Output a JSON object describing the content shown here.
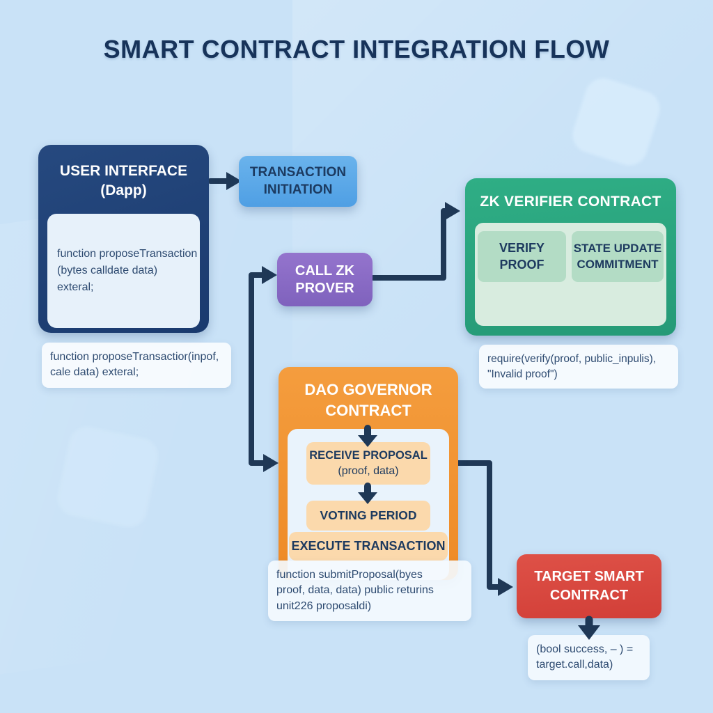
{
  "title": "SMART CONTRACT INTEGRATION FLOW",
  "colors": {
    "background": "#c9e2f7",
    "title_text": "#17335a",
    "arrow": "#1f3856",
    "user_interface": "#1e4077",
    "transaction_initiation": "#58a8e9",
    "call_zk_prover": "#8a6cc6",
    "zk_verifier": "#2ba67e",
    "dao_governor": "#f19433",
    "target_contract": "#d9453c",
    "caption_background": "#f2f9fe",
    "step_orange": "#fbd9ac",
    "step_green": "#b3dcc5"
  },
  "nodes": {
    "user_interface": {
      "title_line1": "USER INTERFACE",
      "title_line2": "(Dapp)",
      "code_line1": "function proposeTransaction",
      "code_line2": "(bytes calldate data)",
      "code_line3": "exteral;"
    },
    "transaction_initiation": {
      "label_line1": "TRANSACTION",
      "label_line2": "INITIATION"
    },
    "call_zk_prover": {
      "label_line1": "CALL ZK",
      "label_line2": "PROVER"
    },
    "zk_verifier": {
      "title": "ZK VERIFIER CONTRACT",
      "verify_proof_label": "VERIFY PROOF",
      "state_update_line1": "STATE UPDATE",
      "state_update_line2": "COMMITMENT"
    },
    "dao_governor": {
      "title_line1": "DAO GOVERNOR",
      "title_line2": "CONTRACT",
      "steps": [
        {
          "label": "RECEIVE PROPOSAL",
          "sub": "(proof, data)"
        },
        {
          "label": "VOTING PERIOD"
        },
        {
          "label": "EXECUTE TRANSACTION"
        }
      ]
    },
    "target_contract": {
      "label_line1": "TARGET SMART",
      "label_line2": "CONTRACT"
    }
  },
  "captions": {
    "ui_code": {
      "line1": "function proposeTransactior(inpof,",
      "line2": "cale data) exteral;"
    },
    "verifier_code": {
      "line1": "require(verify(proof, public_inpulis),",
      "line2": "\"Invalid proof\")"
    },
    "dao_code": {
      "line1": "function submitProposal(byes",
      "line2": "proof, data, data) public returins",
      "line3": "unit226 proposaldi)"
    },
    "target_code": {
      "line1": "(bool success, – ) =",
      "line2": "target.call,data)"
    }
  }
}
